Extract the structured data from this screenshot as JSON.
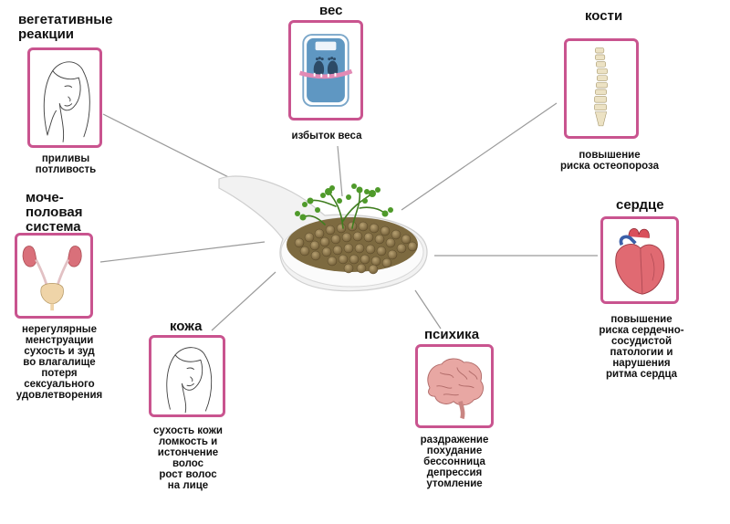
{
  "nodes": {
    "vegetative": {
      "title": "вегетативные\nреакции",
      "desc": "приливы\nпотливость",
      "icon": "woman-face-icon"
    },
    "weight": {
      "title": "вес",
      "desc": "избыток веса",
      "icon": "scale-icon"
    },
    "bones": {
      "title": "кости",
      "desc": "повышение\nриска остеопороза",
      "icon": "spine-icon"
    },
    "urogenital": {
      "title": "моче-\nполовая\nсистема",
      "desc": "нерегулярные\nменструации\nсухость и зуд\nво влагалище\nпотеря\nсексуального\nудовлетворения",
      "icon": "kidneys-icon"
    },
    "heart": {
      "title": "сердце",
      "desc": "повышение\nриска сердечно-\nсосудистой\nпатологии и\nнарушения\nритма сердца",
      "icon": "heart-icon"
    },
    "skin": {
      "title": "кожа",
      "desc": "сухость кожи\nломкость и\nистончение\nволос\nрост волос\nна лице",
      "icon": "woman-face-icon"
    },
    "psyche": {
      "title": "психика",
      "desc": "раздражение\nпохудание\nбессонница\nдепрессия\nутомление",
      "icon": "brain-icon"
    }
  },
  "center": {
    "icon": "spoon-with-seeds-icon"
  },
  "colors": {
    "frame": "#c9548f",
    "line": "#9a9a9a"
  }
}
